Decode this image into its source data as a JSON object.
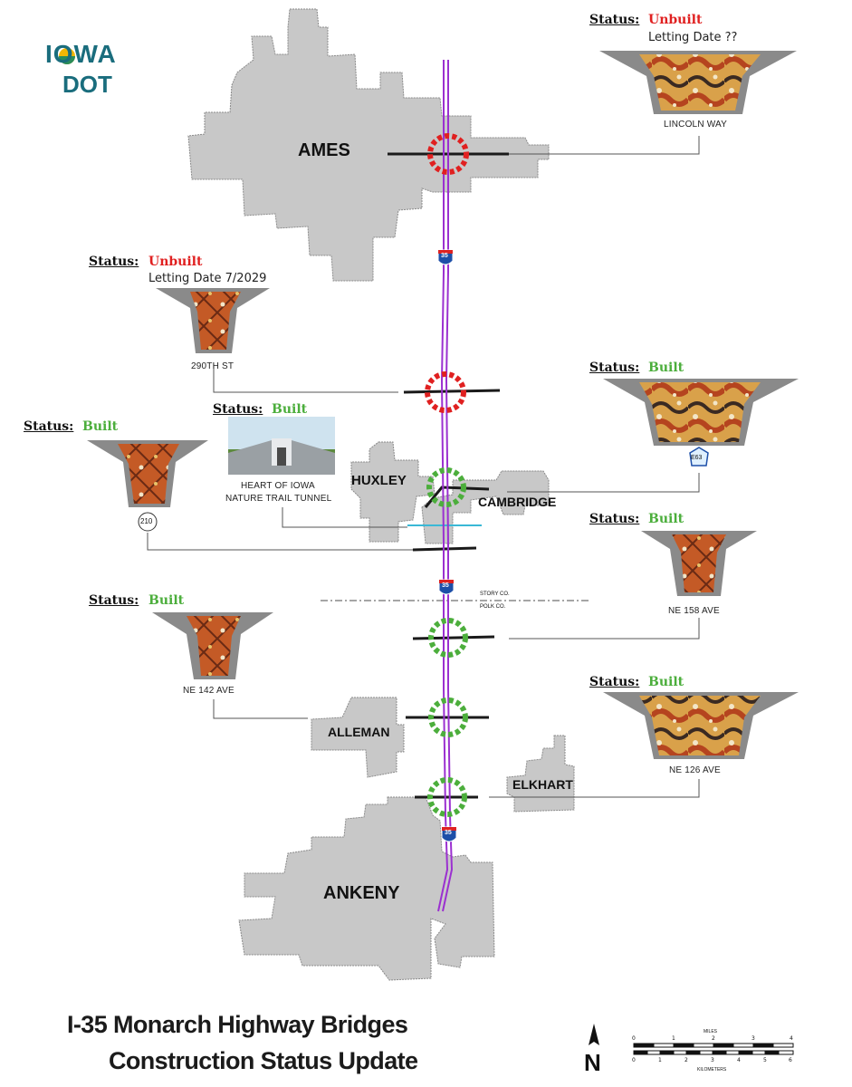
{
  "logo": {
    "line1": "IOWA",
    "line2": "DOT"
  },
  "status_key": "Status:",
  "title": {
    "line1": "I-35 Monarch Highway Bridges",
    "line2": "Construction Status Update"
  },
  "cities": {
    "ames": "AMES",
    "huxley": "HUXLEY",
    "cambridge": "CAMBRIDGE",
    "alleman": "ALLEMAN",
    "elkhart": "ELKHART",
    "ankeny": "ANKENY"
  },
  "shields": {
    "i35_top": "35",
    "i35_mid": "35",
    "i35_bot": "35",
    "route_210": "210",
    "route_e63": "E63"
  },
  "county_line": {
    "north": "STORY CO.",
    "south": "POLK CO."
  },
  "bridges": [
    {
      "road": "LINCOLN WAY",
      "status": "Unbuilt",
      "letting": "Letting Date ??"
    },
    {
      "road": "290TH ST",
      "status": "Unbuilt",
      "letting": "Letting Date 7/2029"
    },
    {
      "road": "",
      "status": "Built",
      "shield": "E63"
    },
    {
      "road": "HEART OF IOWA",
      "road2": "NATURE TRAIL TUNNEL",
      "status": "Built"
    },
    {
      "road": "",
      "status": "Built",
      "shield": "210"
    },
    {
      "road": "NE 158 AVE",
      "status": "Built"
    },
    {
      "road": "NE 142 AVE",
      "status": "Built"
    },
    {
      "road": "NE 126 AVE",
      "status": "Built"
    }
  ],
  "north_arrow": "N",
  "scale_bar": {
    "miles_label": "MILES",
    "km_label": "KILOMETERS",
    "miles_ticks": [
      "0",
      "1",
      "2",
      "3",
      "4"
    ],
    "km_ticks": [
      "0",
      "1",
      "2",
      "3",
      "4",
      "5",
      "6"
    ]
  },
  "colors": {
    "unbuilt": "#e02020",
    "built": "#4cae3c",
    "highway": "#9b30d0",
    "city_fill": "#c8c8c8",
    "brand": "#1a6d7d"
  }
}
